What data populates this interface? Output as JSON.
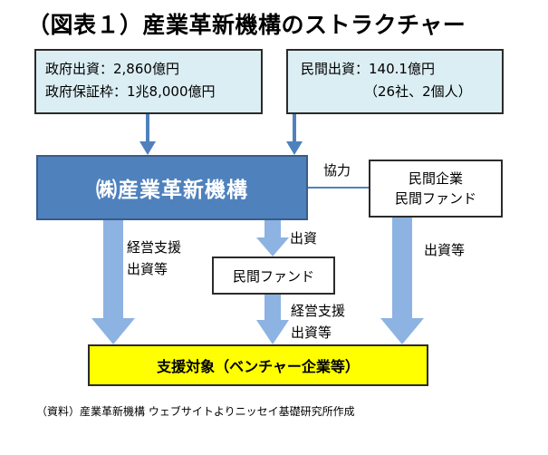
{
  "title": "（図表１）産業革新機構のストラクチャー",
  "government_funding": {
    "line1": "政府出資：2,860億円",
    "line2": "政府保証枠：1兆8,000億円"
  },
  "private_funding": {
    "line1": "民間出資：140.1億円",
    "line2": "（26社、2個人）"
  },
  "jic": {
    "label": "㈱産業革新機構"
  },
  "cooperation_label": "協力",
  "private_partners": {
    "line1": "民間企業",
    "line2": "民間ファンド"
  },
  "private_fund": {
    "label": "民間ファンド"
  },
  "target": {
    "label": "支援対象（ベンチャー企業等）"
  },
  "flow_labels": {
    "left_line1": "経営支援",
    "left_line2": "出資等",
    "center_top": "出資",
    "center_bottom_line1": "経営支援",
    "center_bottom_line2": "出資等",
    "right": "出資等"
  },
  "source": "（資料）産業革新機構 ウェブサイトよりニッセイ基礎研究所作成",
  "colors": {
    "input_box_fill": "#dbeef4",
    "jic_fill": "#4f81bd",
    "target_fill": "#ffff00",
    "arrow_dark": "#4f81bd",
    "arrow_light": "#8db3e2"
  }
}
